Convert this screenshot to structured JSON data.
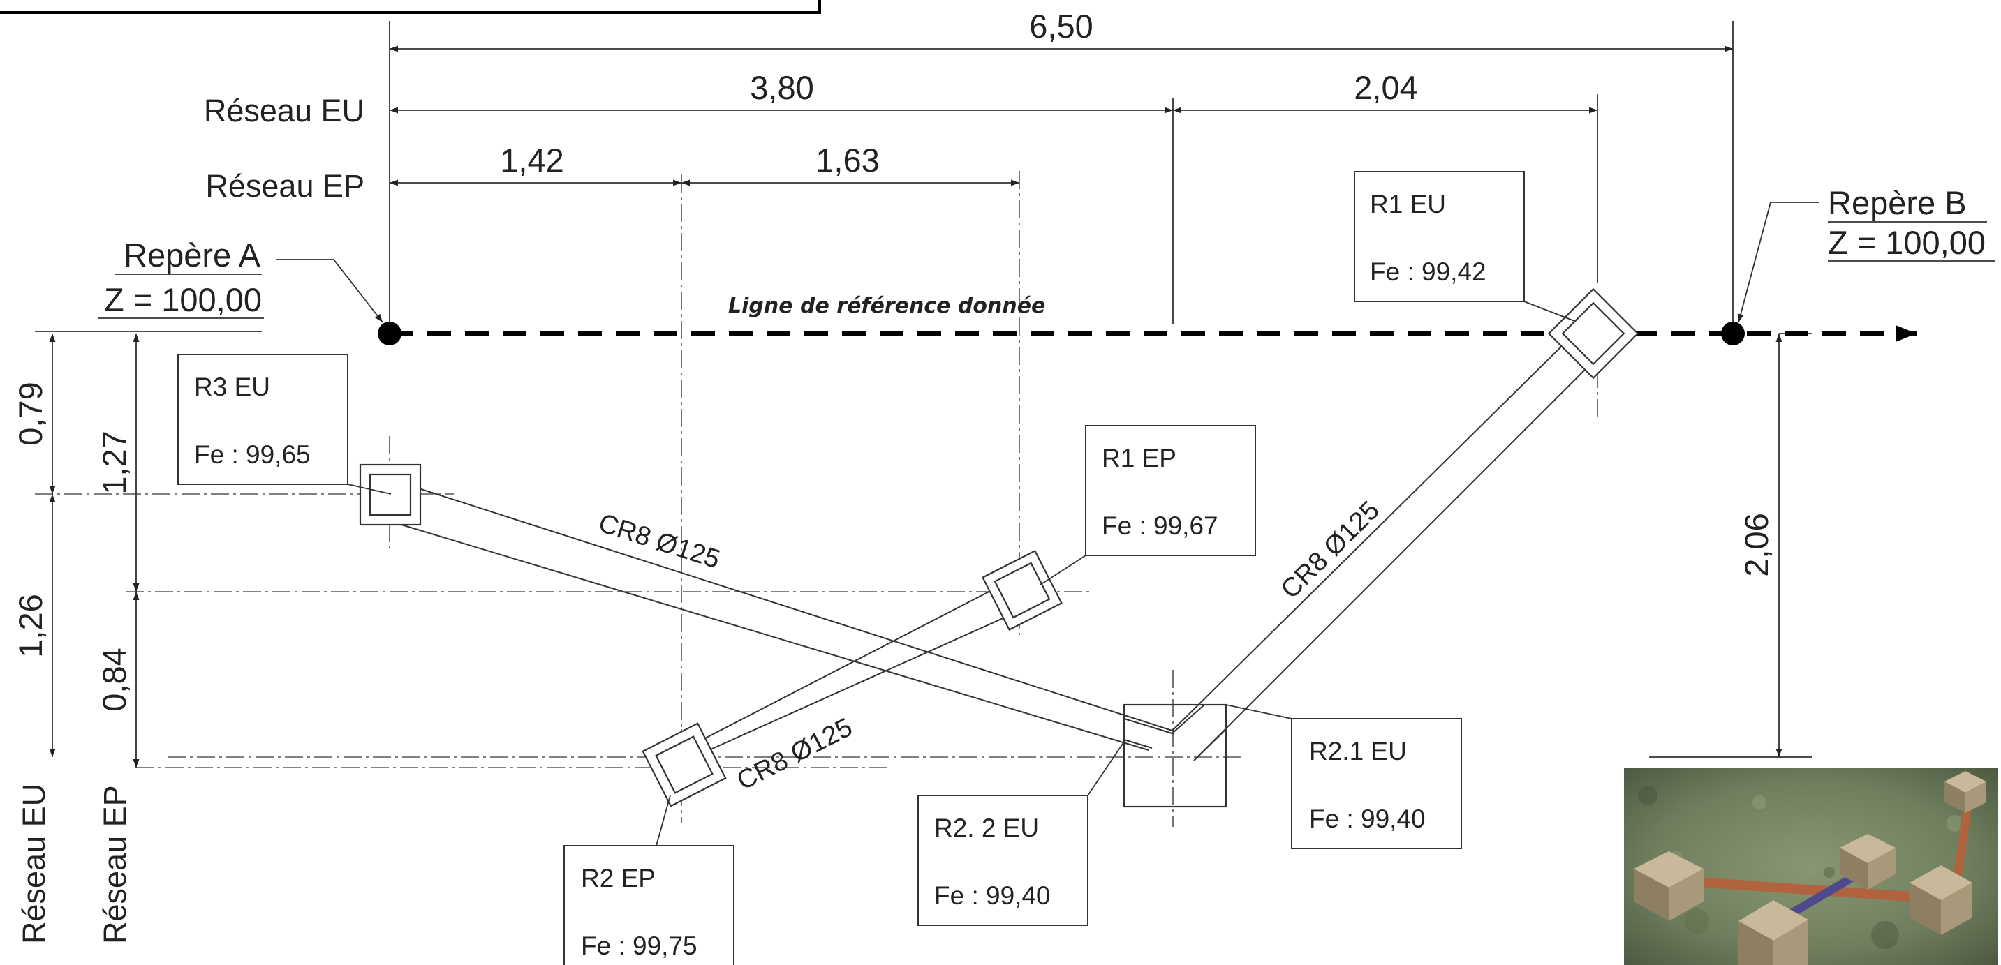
{
  "dimensions": {
    "horizontal": {
      "total": "6,50",
      "eu_1": "3,80",
      "eu_2": "2,04",
      "ep_1": "1,42",
      "ep_2": "1,63"
    },
    "vertical": {
      "eu_top": "0,79",
      "eu_bottom": "1,26",
      "ep_top": "1,27",
      "ep_bottom": "0,84",
      "right": "2,06"
    }
  },
  "network_labels": {
    "eu": "Réseau EU",
    "ep": "Réseau EP",
    "eu_vertical": "Réseau EU",
    "ep_vertical": "Réseau EP"
  },
  "reference": {
    "line_label": "Ligne de référence donnée",
    "repere_a": {
      "name": "Repère A",
      "z": "Z = 100,00"
    },
    "repere_b": {
      "name": "Repère B",
      "z": "Z = 100,00"
    }
  },
  "regards": [
    {
      "id": "r3eu",
      "title": "R3 EU",
      "fe": "Fe : 99,65"
    },
    {
      "id": "r1ep",
      "title": "R1 EP",
      "fe": "Fe : 99,67"
    },
    {
      "id": "r1eu",
      "title": "R1 EU",
      "fe": "Fe : 99,42"
    },
    {
      "id": "r21eu",
      "title": "R2.1 EU",
      "fe": "Fe : 99,40"
    },
    {
      "id": "r22eu",
      "title": "R2. 2 EU",
      "fe": "Fe : 99,40"
    },
    {
      "id": "r2ep",
      "title": "R2 EP",
      "fe": "Fe : 99,75"
    }
  ],
  "pipes": {
    "main_eu": "CR8 Ø125",
    "right_eu": "CR8 Ø125",
    "ep": "CR8 Ø125"
  },
  "colors": {
    "line": "#333333",
    "refline": "#000000",
    "render_ground": "#6f7f5e",
    "render_concrete": "#b8a78a",
    "render_pipe_eu": "#b0633c",
    "render_pipe_ep": "#4f4a8c"
  }
}
